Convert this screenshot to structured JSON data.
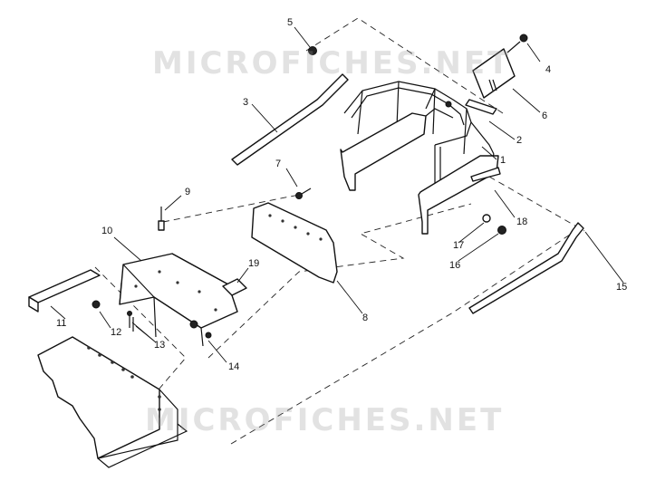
{
  "watermarks": [
    "MICROFICHES.NET",
    "MICROFICHES.NET"
  ],
  "callouts": [
    "2",
    "3",
    "4",
    "5",
    "6",
    "1",
    "7",
    "8",
    "9",
    "10",
    "11",
    "12",
    "13",
    "14",
    "15",
    "16",
    "17",
    "18",
    "19"
  ],
  "colors": {
    "ink": "#111111",
    "background": "#ffffff",
    "watermark": "#969696"
  }
}
